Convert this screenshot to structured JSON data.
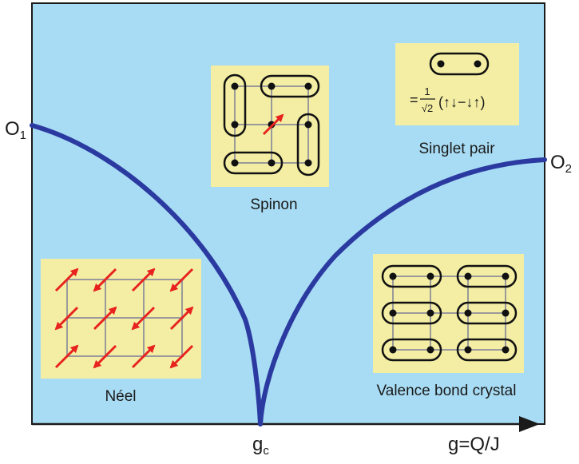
{
  "labels": {
    "o1_main": "O",
    "o1_sub": "1",
    "o2_main": "O",
    "o2_sub": "2",
    "gc_main": "g",
    "gc_sub": "c",
    "x_axis": "g=Q/J"
  },
  "insets": {
    "neel": {
      "caption": "Néel"
    },
    "spinon": {
      "caption": "Spinon"
    },
    "singlet": {
      "caption": "Singlet pair",
      "formula_prefix": "=",
      "frac_num": "1",
      "frac_den": "√2",
      "formula_body": "(↑↓−↓↑)"
    },
    "vbc": {
      "caption": "Valence bond crystal"
    }
  },
  "colors": {
    "background": "#a8dcf4",
    "boundary": "#2b3aa0",
    "inset": "#f4eea4",
    "arrow": "#e8231f",
    "lattice": "#9a9a9a"
  }
}
